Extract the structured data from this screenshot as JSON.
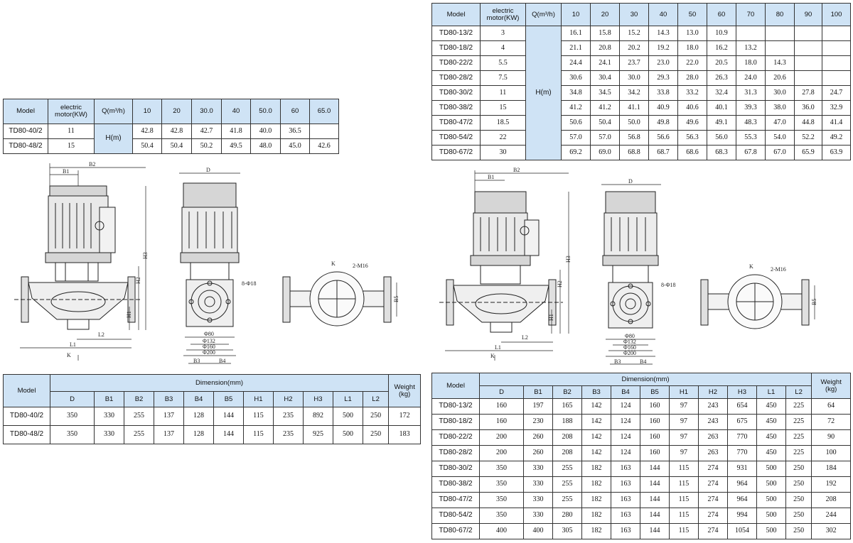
{
  "perf_left": {
    "header": {
      "model": "Model",
      "motor_line1": "electric",
      "motor_line2": "motor",
      "motor_unit": "(KW)",
      "flow": "Q(m³/h)"
    },
    "flows": [
      "10",
      "20",
      "30.0",
      "40",
      "50.0",
      "60",
      "65.0"
    ],
    "head_label": "H(m)",
    "rows": [
      {
        "model": "TD80-40/2",
        "motor": "11",
        "h": [
          "42.8",
          "42.8",
          "42.7",
          "41.8",
          "40.0",
          "36.5",
          ""
        ]
      },
      {
        "model": "TD80-48/2",
        "motor": "15",
        "h": [
          "50.4",
          "50.4",
          "50.2",
          "49.5",
          "48.0",
          "45.0",
          "42.6"
        ]
      }
    ]
  },
  "perf_right": {
    "header": {
      "model": "Model",
      "motor_line1": "electric",
      "motor_line2": "motor",
      "motor_unit": "(KW)",
      "flow": "Q(m³/h)"
    },
    "flows": [
      "10",
      "20",
      "30",
      "40",
      "50",
      "60",
      "70",
      "80",
      "90",
      "100"
    ],
    "head_label": "H(m)",
    "rows": [
      {
        "model": "TD80-13/2",
        "motor": "3",
        "h": [
          "16.1",
          "15.8",
          "15.2",
          "14.3",
          "13.0",
          "10.9",
          "",
          "",
          "",
          ""
        ]
      },
      {
        "model": "TD80-18/2",
        "motor": "4",
        "h": [
          "21.1",
          "20.8",
          "20.2",
          "19.2",
          "18.0",
          "16.2",
          "13.2",
          "",
          "",
          ""
        ]
      },
      {
        "model": "TD80-22/2",
        "motor": "5.5",
        "h": [
          "24.4",
          "24.1",
          "23.7",
          "23.0",
          "22.0",
          "20.5",
          "18.0",
          "14.3",
          "",
          ""
        ]
      },
      {
        "model": "TD80-28/2",
        "motor": "7.5",
        "h": [
          "30.6",
          "30.4",
          "30.0",
          "29.3",
          "28.0",
          "26.3",
          "24.0",
          "20.6",
          "",
          ""
        ]
      },
      {
        "model": "TD80-30/2",
        "motor": "11",
        "h": [
          "34.8",
          "34.5",
          "34.2",
          "33.8",
          "33.2",
          "32.4",
          "31.3",
          "30.0",
          "27.8",
          "24.7"
        ]
      },
      {
        "model": "TD80-38/2",
        "motor": "15",
        "h": [
          "41.2",
          "41.2",
          "41.1",
          "40.9",
          "40.6",
          "40.1",
          "39.3",
          "38.0",
          "36.0",
          "32.9"
        ]
      },
      {
        "model": "TD80-47/2",
        "motor": "18.5",
        "h": [
          "50.6",
          "50.4",
          "50.0",
          "49.8",
          "49.6",
          "49.1",
          "48.3",
          "47.0",
          "44.8",
          "41.4"
        ]
      },
      {
        "model": "TD80-54/2",
        "motor": "22",
        "h": [
          "57.0",
          "57.0",
          "56.8",
          "56.6",
          "56.3",
          "56.0",
          "55.3",
          "54.0",
          "52.2",
          "49.2"
        ]
      },
      {
        "model": "TD80-67/2",
        "motor": "30",
        "h": [
          "69.2",
          "69.0",
          "68.8",
          "68.7",
          "68.6",
          "68.3",
          "67.8",
          "67.0",
          "65.9",
          "63.9"
        ]
      }
    ]
  },
  "dim_left": {
    "header": {
      "model": "Model",
      "dimension": "Dimension(mm)",
      "weight": "Weight",
      "weight_unit": "(kg)"
    },
    "columns": [
      "D",
      "B1",
      "B2",
      "B3",
      "B4",
      "B5",
      "H1",
      "H2",
      "H3",
      "L1",
      "L2"
    ],
    "rows": [
      {
        "model": "TD80-40/2",
        "vals": [
          "350",
          "330",
          "255",
          "137",
          "128",
          "144",
          "115",
          "235",
          "892",
          "500",
          "250"
        ],
        "weight": "172"
      },
      {
        "model": "TD80-48/2",
        "vals": [
          "350",
          "330",
          "255",
          "137",
          "128",
          "144",
          "115",
          "235",
          "925",
          "500",
          "250"
        ],
        "weight": "183"
      }
    ]
  },
  "dim_right": {
    "header": {
      "model": "Model",
      "dimension": "Dimension(mm)",
      "weight": "Weight",
      "weight_unit": "(kg)"
    },
    "columns": [
      "D",
      "B1",
      "B2",
      "B3",
      "B4",
      "B5",
      "H1",
      "H2",
      "H3",
      "L1",
      "L2"
    ],
    "rows": [
      {
        "model": "TD80-13/2",
        "vals": [
          "160",
          "197",
          "165",
          "142",
          "124",
          "160",
          "97",
          "243",
          "654",
          "450",
          "225"
        ],
        "weight": "64"
      },
      {
        "model": "TD80-18/2",
        "vals": [
          "160",
          "230",
          "188",
          "142",
          "124",
          "160",
          "97",
          "243",
          "675",
          "450",
          "225"
        ],
        "weight": "72"
      },
      {
        "model": "TD80-22/2",
        "vals": [
          "200",
          "260",
          "208",
          "142",
          "124",
          "160",
          "97",
          "263",
          "770",
          "450",
          "225"
        ],
        "weight": "90"
      },
      {
        "model": "TD80-28/2",
        "vals": [
          "200",
          "260",
          "208",
          "142",
          "124",
          "160",
          "97",
          "263",
          "770",
          "450",
          "225"
        ],
        "weight": "100"
      },
      {
        "model": "TD80-30/2",
        "vals": [
          "350",
          "330",
          "255",
          "182",
          "163",
          "144",
          "115",
          "274",
          "931",
          "500",
          "250"
        ],
        "weight": "184"
      },
      {
        "model": "TD80-38/2",
        "vals": [
          "350",
          "330",
          "255",
          "182",
          "163",
          "144",
          "115",
          "274",
          "964",
          "500",
          "250"
        ],
        "weight": "192"
      },
      {
        "model": "TD80-47/2",
        "vals": [
          "350",
          "330",
          "255",
          "182",
          "163",
          "144",
          "115",
          "274",
          "964",
          "500",
          "250"
        ],
        "weight": "208"
      },
      {
        "model": "TD80-54/2",
        "vals": [
          "350",
          "330",
          "280",
          "182",
          "163",
          "144",
          "115",
          "274",
          "994",
          "500",
          "250"
        ],
        "weight": "244"
      },
      {
        "model": "TD80-67/2",
        "vals": [
          "400",
          "400",
          "305",
          "182",
          "163",
          "144",
          "115",
          "274",
          "1054",
          "500",
          "250"
        ],
        "weight": "302"
      }
    ]
  },
  "drawing_labels": {
    "B1": "B1",
    "B2": "B2",
    "D": "D",
    "H1": "H1",
    "H2": "H2",
    "H3": "H3",
    "L1": "L1",
    "L2": "L2",
    "K": "K",
    "B3": "B3",
    "B4": "B4",
    "B5": "B5",
    "bolt": "8-Φ18",
    "flange_holes": "2-M16",
    "d80": "Φ80",
    "d132": "Φ132",
    "d160": "Φ160",
    "d200": "Φ200"
  }
}
